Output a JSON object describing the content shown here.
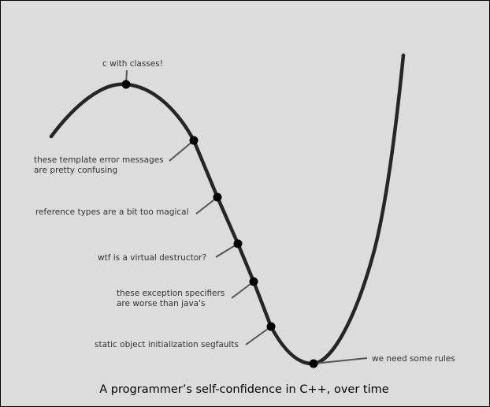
{
  "chart_data": {
    "type": "line",
    "title": "A programmer’s self-confidence in C++, over time",
    "xlabel": "",
    "ylabel": "",
    "axes_visible": false,
    "grid": false,
    "colors": {
      "background": "#dcdcdc",
      "curve": "#262626",
      "points": "#000000",
      "leaders": "#555555",
      "text": "#333333"
    },
    "annotations": [
      {
        "lines": [
          "c with classes!"
        ],
        "placement": "above"
      },
      {
        "lines": [
          "these template error messages",
          "are pretty confusing"
        ],
        "placement": "left"
      },
      {
        "lines": [
          "reference types are a bit too magical"
        ],
        "placement": "left"
      },
      {
        "lines": [
          "wtf is a virtual destructor?"
        ],
        "placement": "left"
      },
      {
        "lines": [
          "these exception specifiers",
          "are worse than java's"
        ],
        "placement": "left"
      },
      {
        "lines": [
          "static object initialization segfaults"
        ],
        "placement": "left"
      },
      {
        "lines": [
          "we need some rules"
        ],
        "placement": "right"
      }
    ]
  }
}
